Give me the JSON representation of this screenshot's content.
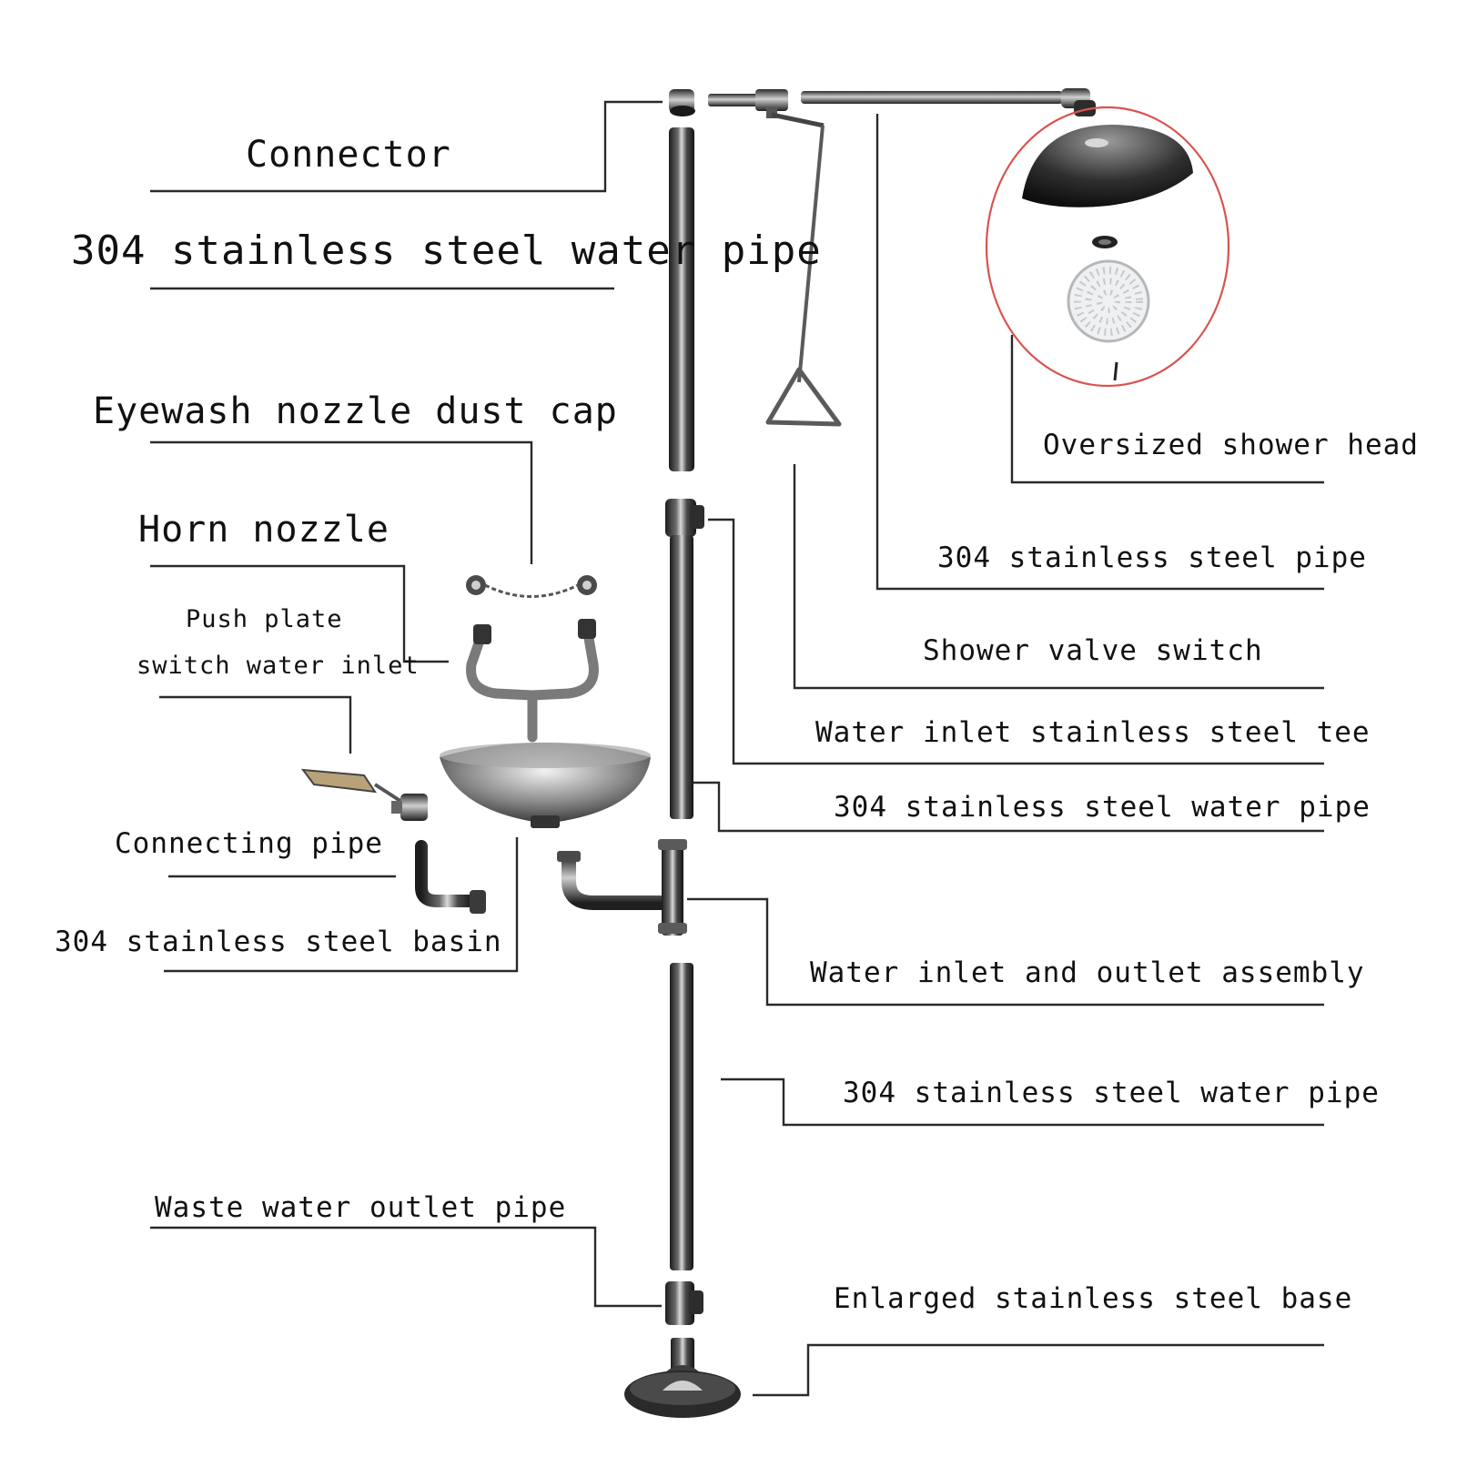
{
  "labels": {
    "connector": "Connector",
    "water_pipe_top": "304 stainless steel water pipe",
    "eyewash_dust_cap": "Eyewash nozzle dust cap",
    "horn_nozzle": "Horn nozzle",
    "push_plate_line1": "Push plate",
    "push_plate_line2": "switch water inlet",
    "connecting_pipe": "Connecting pipe",
    "basin": "304 stainless steel basin",
    "waste_outlet": "Waste water outlet pipe",
    "shower_head": "Oversized shower head",
    "steel_pipe": "304 stainless steel pipe",
    "shower_valve": "Shower valve switch",
    "inlet_tee": "Water inlet stainless steel tee",
    "water_pipe_mid": "304 stainless steel water pipe",
    "inlet_outlet_assembly": "Water inlet and outlet assembly",
    "water_pipe_low": "304 stainless steel water pipe",
    "base": "Enlarged stainless steel base"
  },
  "colors": {
    "leader_line": "#2a2a2a",
    "highlight_circle": "#d9534f",
    "steel_dark": "#2b2b2b",
    "steel_light": "#d8d8d8"
  }
}
